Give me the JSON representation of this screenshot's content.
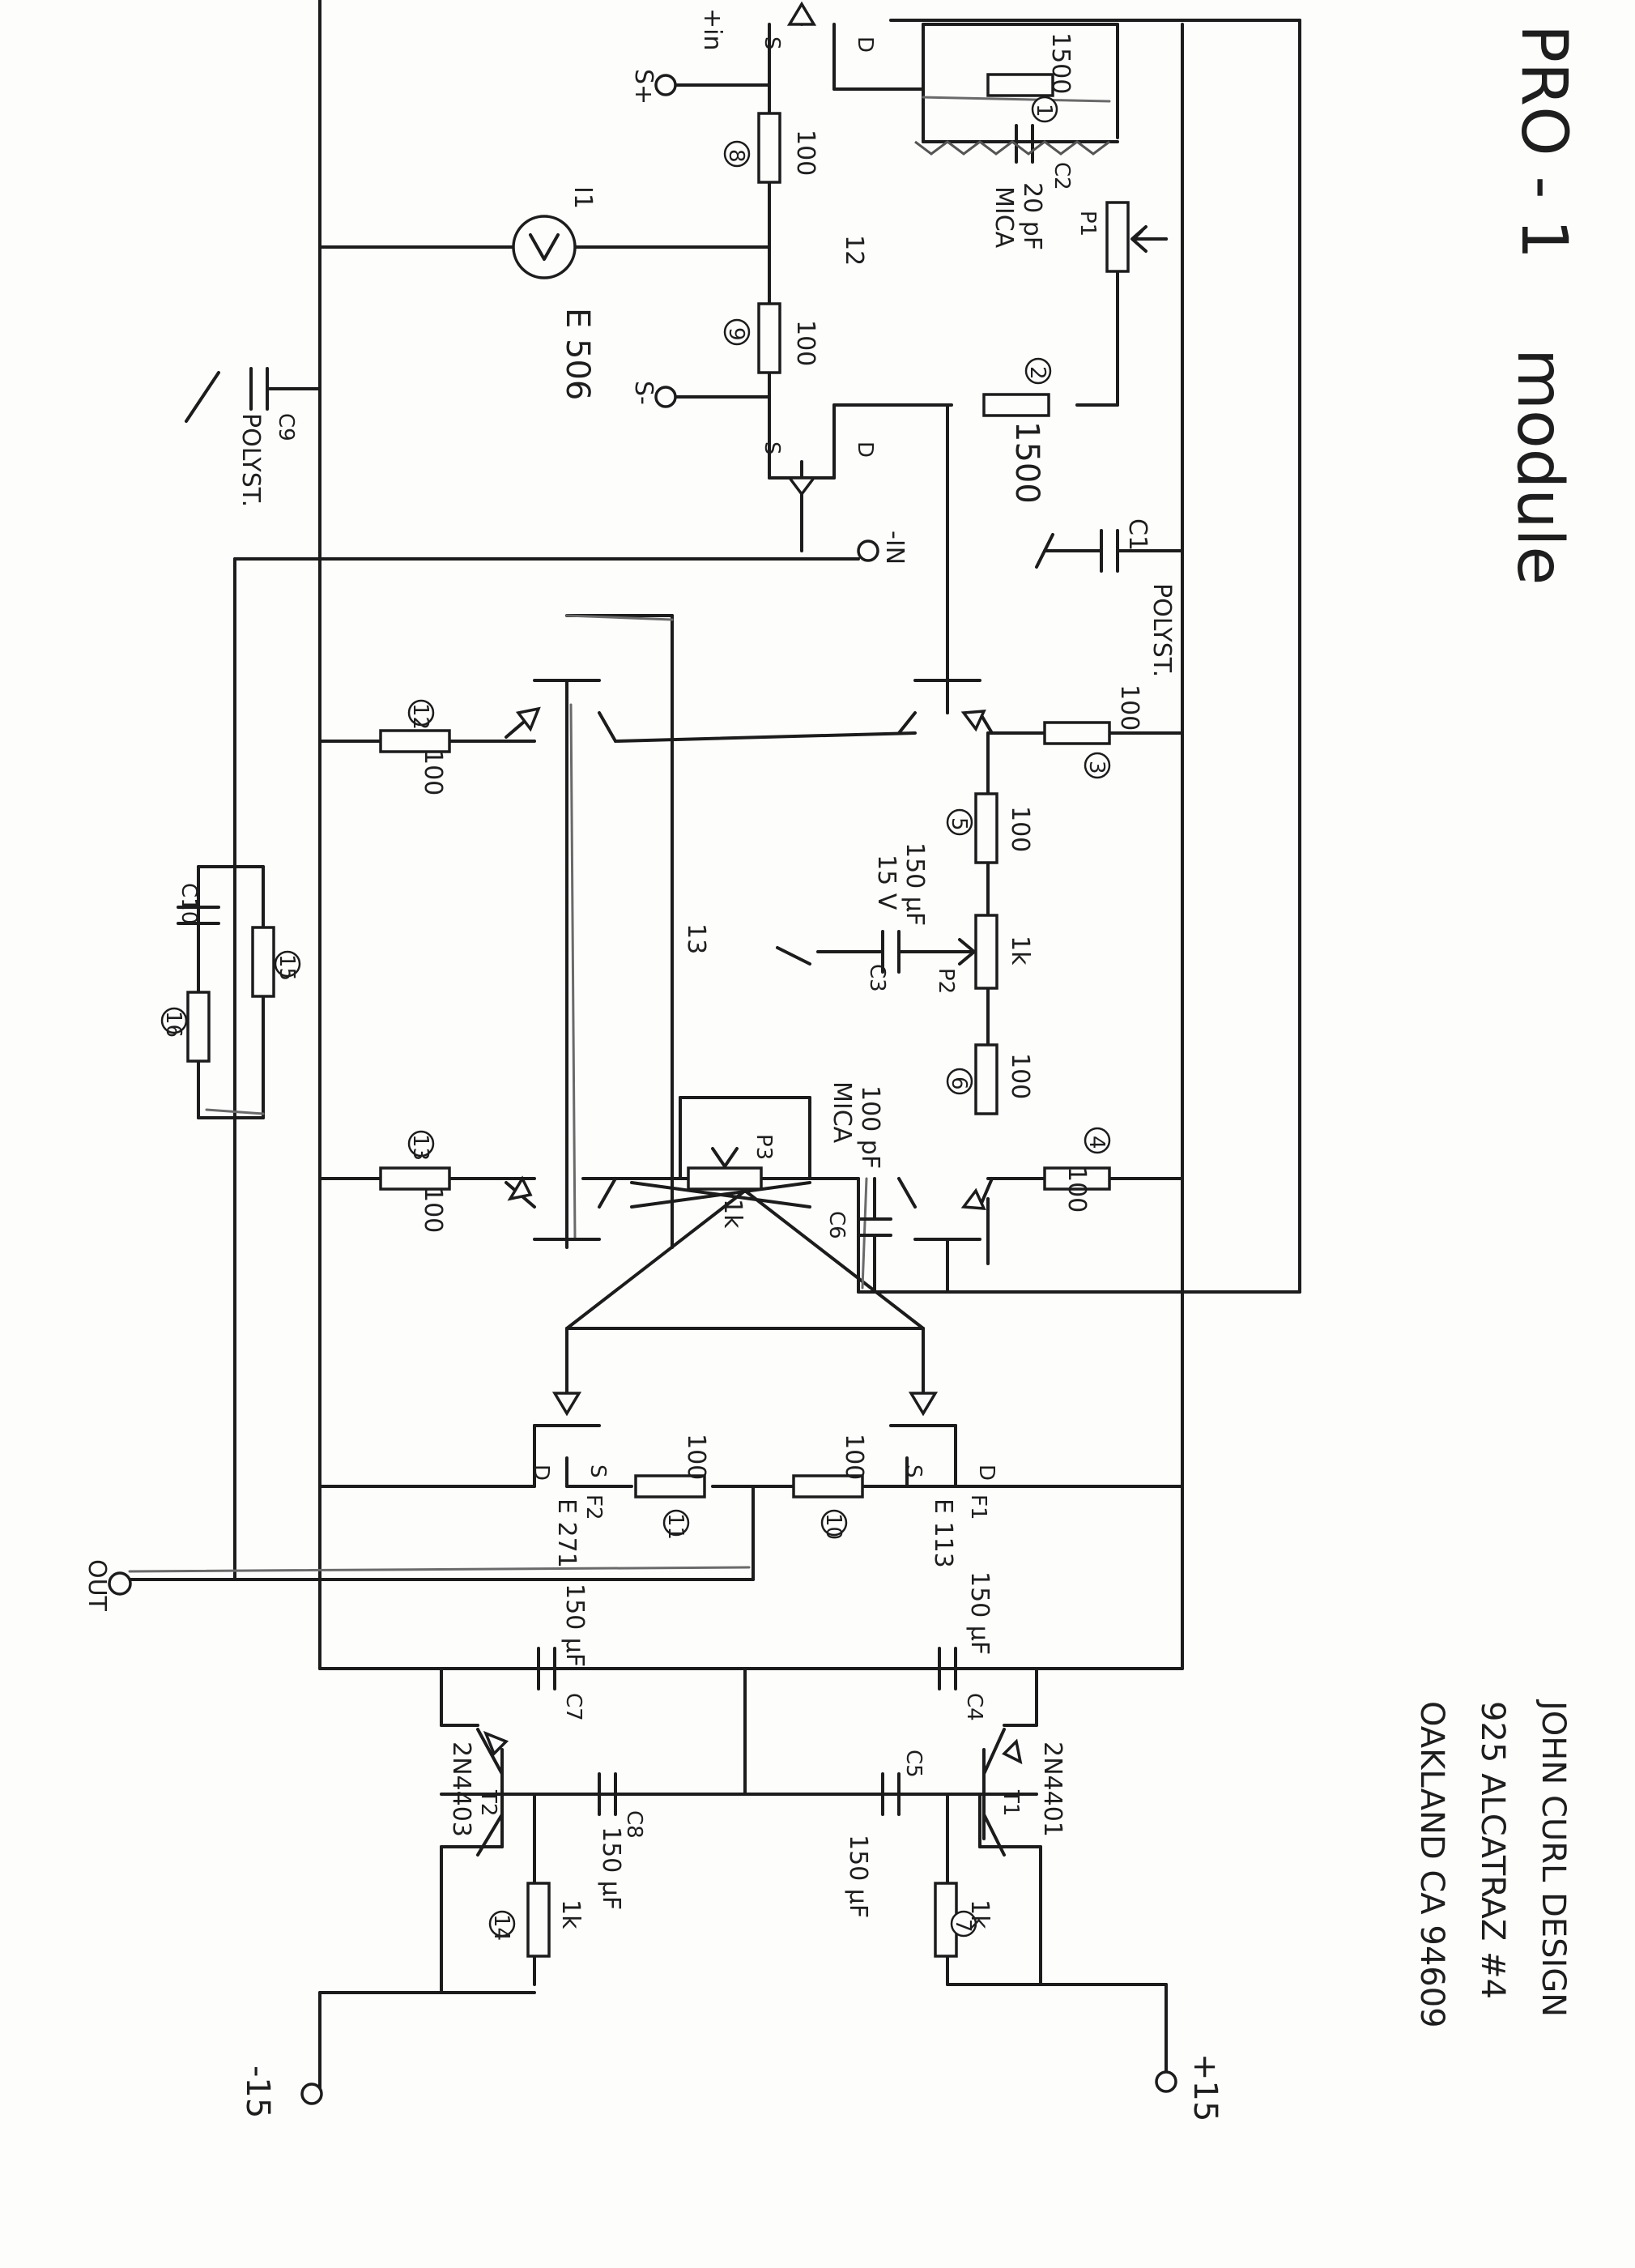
{
  "title": "PRO - 1",
  "subtitle": "module",
  "address": [
    "JOHN CURL DESIGN",
    "925 ALCATRAZ #4",
    "OAKLAND CA 94609"
  ],
  "terminals": {
    "s_plus": "S+",
    "s_minus": "S-",
    "minus_in": "-IN",
    "plus_in": "+in",
    "out": "OUT",
    "plus15": "+15",
    "minus15": "-15"
  },
  "resistors": {
    "r1": {
      "ref": "1",
      "value": "1500"
    },
    "r2": {
      "ref": "2",
      "value": "1500"
    },
    "r3": {
      "ref": "3",
      "value": "100"
    },
    "r4": {
      "ref": "4",
      "value": "100"
    },
    "r5": {
      "ref": "5",
      "value": "100"
    },
    "r6": {
      "ref": "6",
      "value": "100"
    },
    "r7": {
      "ref": "7",
      "value": "1k"
    },
    "r8": {
      "ref": "8",
      "value": "100"
    },
    "r9": {
      "ref": "9",
      "value": "100"
    },
    "r10": {
      "ref": "10",
      "value": "100"
    },
    "r11": {
      "ref": "11",
      "value": "100"
    },
    "r12": {
      "ref": "12",
      "value": "100"
    },
    "r13": {
      "ref": "13",
      "value": "100"
    },
    "r14": {
      "ref": "14",
      "value": "1k"
    },
    "r15": {
      "ref": "15"
    },
    "r16": {
      "ref": "16"
    }
  },
  "pots": {
    "p1": "P1",
    "p2": "P2",
    "p2_value": "1k",
    "p3": "P3",
    "p3_value": "1k"
  },
  "capacitors": {
    "c1": "C1",
    "c1_type": "POLYST.",
    "c2": "C2",
    "c2_value": "20 pF",
    "c2_type": "MICA",
    "c3": "C3",
    "c3_value": "150 µF",
    "c3_voltage": "15 V",
    "c4": "C4",
    "c4_value": "150 µF",
    "c5": "C5",
    "c5_value": "150 µF",
    "c6": "C6",
    "c6_value": "100 pF",
    "c6_type": "MICA",
    "c7": "C7",
    "c7_value": "150 µF",
    "c8": "C8",
    "c8_value": "150 µF",
    "c9": "C9",
    "c9_type": "POLYST.",
    "c10": "C10"
  },
  "semis": {
    "i1": "I1",
    "i1_part": "E 506",
    "node12": "12",
    "node13": "13",
    "f1": "F1",
    "f1_part": "E 113",
    "f2": "F2",
    "f2_part": "E 271",
    "t1": "T1",
    "t1_part": "2N4401",
    "t2": "T2",
    "t2_part": "2N4403",
    "pin_d": "D",
    "pin_s": "S"
  }
}
